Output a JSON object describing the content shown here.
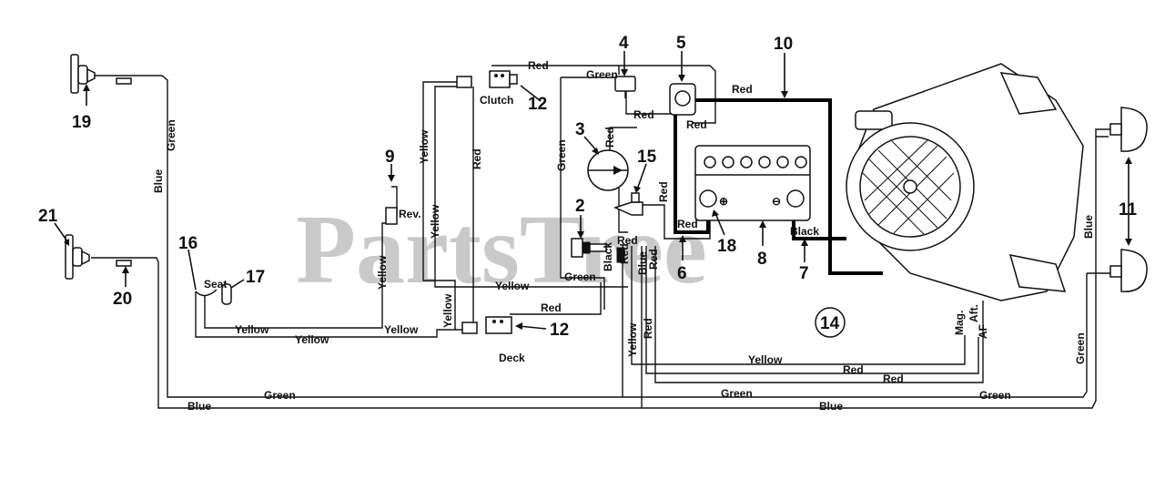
{
  "watermark": "PartsTree",
  "callouts": {
    "c2": "2",
    "c3": "3",
    "c4": "4",
    "c5": "5",
    "c6": "6",
    "c7": "7",
    "c8": "8",
    "c9": "9",
    "c10": "10",
    "c11": "11",
    "c12a": "12",
    "c12b": "12",
    "c14": "14",
    "c15": "15",
    "c16": "16",
    "c17": "17",
    "c18": "18",
    "c19": "19",
    "c20": "20",
    "c21": "21"
  },
  "component_labels": {
    "clutch": "Clutch",
    "seat": "Seat",
    "rev": "Rev.",
    "deck": "Deck",
    "mag": "Mag.",
    "aft": "Aft.",
    "af": "AF"
  },
  "wire_colors": {
    "red": "Red",
    "green": "Green",
    "blue": "Blue",
    "yellow": "Yellow",
    "black": "Black"
  }
}
